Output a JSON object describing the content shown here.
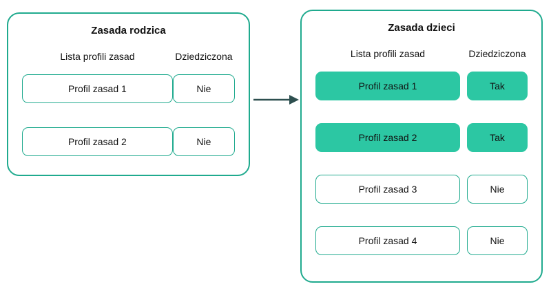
{
  "parent_panel": {
    "title": "Zasada rodzica",
    "columns": {
      "profiles": "Lista profili zasad",
      "inherited": "Dziedziczona"
    },
    "rows": [
      {
        "profile": "Profil zasad 1",
        "inherited": "Nie",
        "highlighted": false
      },
      {
        "profile": "Profil zasad 2",
        "inherited": "Nie",
        "highlighted": false
      }
    ]
  },
  "child_panel": {
    "title": "Zasada dzieci",
    "columns": {
      "profiles": "Lista profili zasad",
      "inherited": "Dziedziczona"
    },
    "rows": [
      {
        "profile": "Profil zasad 1",
        "inherited": "Tak",
        "highlighted": true
      },
      {
        "profile": "Profil zasad 2",
        "inherited": "Tak",
        "highlighted": true
      },
      {
        "profile": "Profil zasad 3",
        "inherited": "Nie",
        "highlighted": false
      },
      {
        "profile": "Profil zasad 4",
        "inherited": "Nie",
        "highlighted": false
      }
    ]
  },
  "colors": {
    "outline": "#1faa8e",
    "highlight_fill": "#2cc7a3",
    "arrow": "#2d4f4f"
  }
}
